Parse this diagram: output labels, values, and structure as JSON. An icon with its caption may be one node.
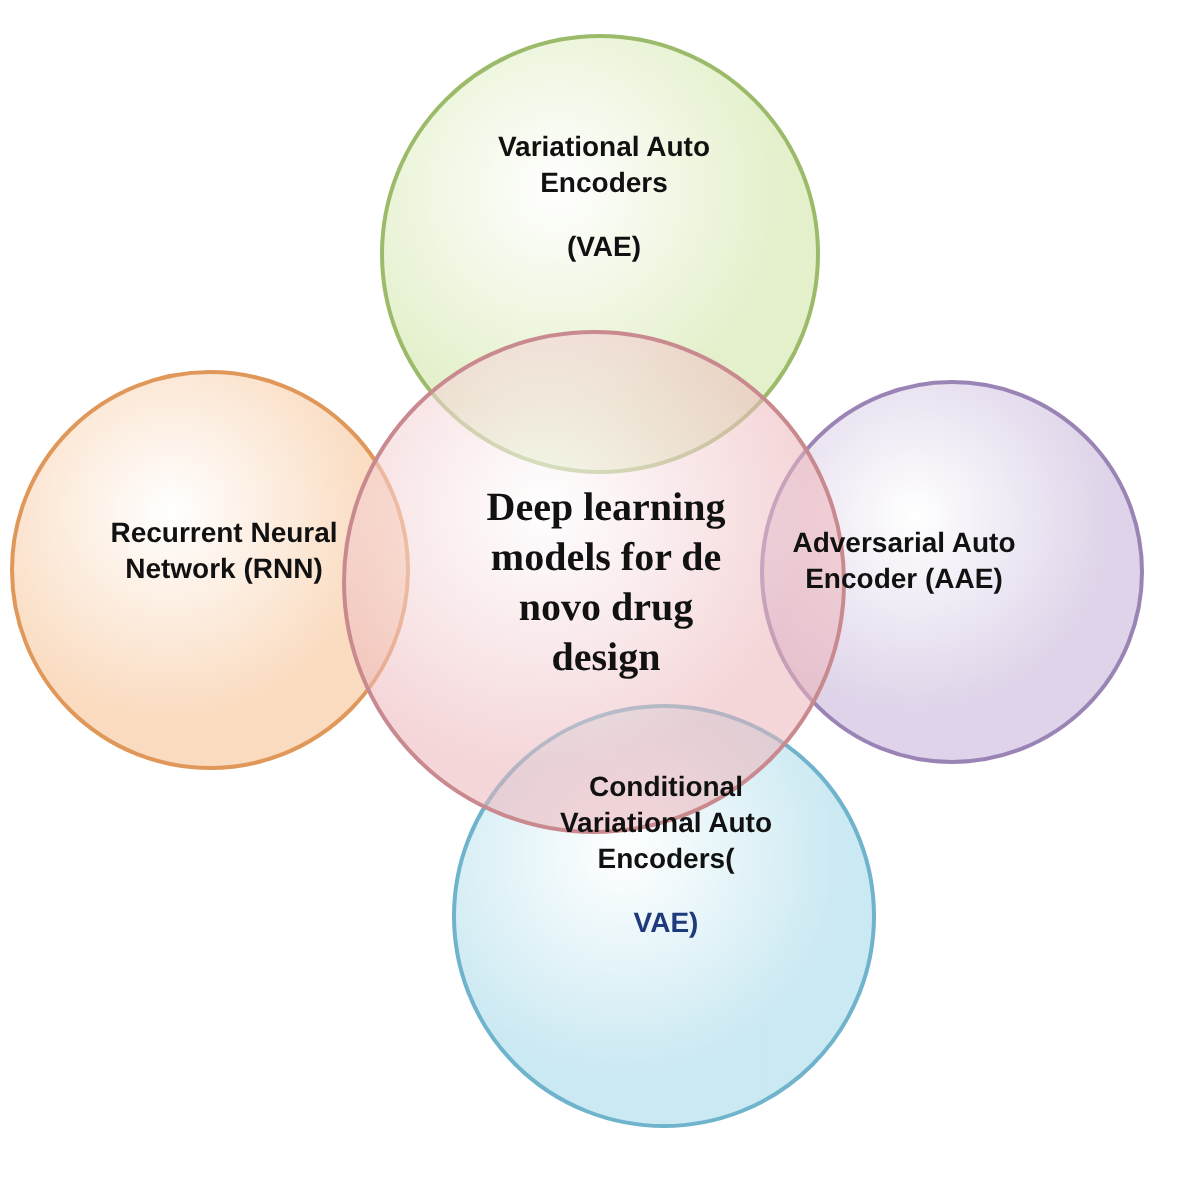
{
  "diagram": {
    "nodes": [
      {
        "text": [
          "Deep learning models for de novo drug design"
        ]
      },
      {
        "text": [
          "Variational Auto Encoders",
          "(VAE)"
        ]
      },
      {
        "text": [
          "Recurrent Neural Network (RNN)"
        ]
      },
      {
        "text": [
          "Adversarial Auto Encoder (AAE)"
        ]
      },
      {
        "text": [
          "Conditional Variational Auto Encoders(",
          "VAE)"
        ]
      }
    ]
  }
}
